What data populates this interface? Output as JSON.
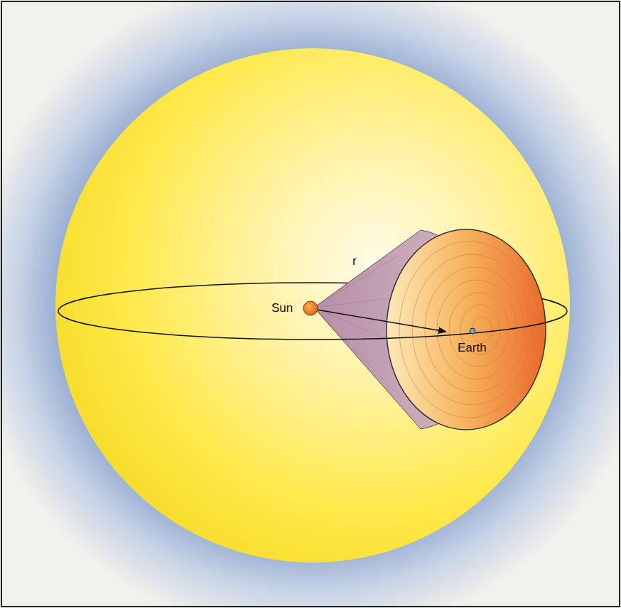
{
  "diagram": {
    "labels": [
      "r",
      "Sun",
      "Earth"
    ]
  }
}
